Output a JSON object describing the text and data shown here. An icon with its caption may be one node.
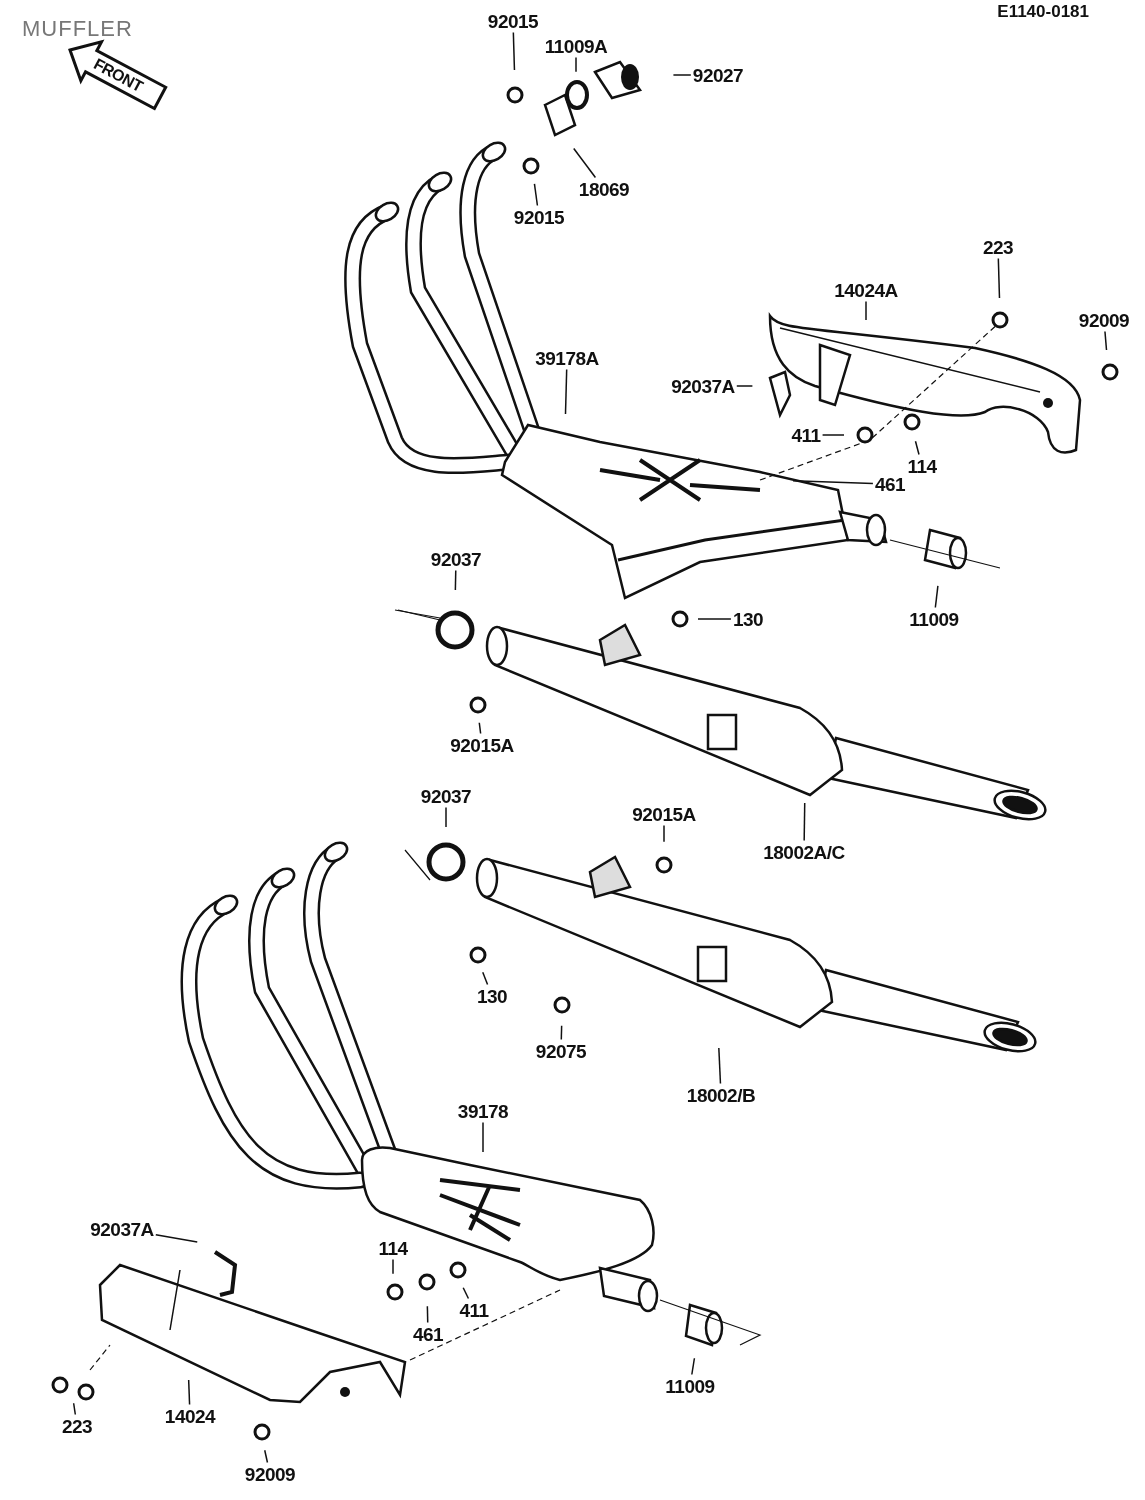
{
  "diagram": {
    "title": "MUFFLER",
    "nodes": [
      {
        "text": [
          "92015"
        ]
      },
      {
        "text": [
          "11009A"
        ]
      },
      {
        "text": [
          "92027"
        ]
      },
      {
        "text": [
          "18069"
        ]
      },
      {
        "text": [
          "92015"
        ]
      },
      {
        "text": [
          "223"
        ]
      },
      {
        "text": [
          "14024A"
        ]
      },
      {
        "text": [
          "92009"
        ]
      },
      {
        "text": [
          "39178A"
        ]
      },
      {
        "text": [
          "92037A"
        ]
      },
      {
        "text": [
          "411"
        ]
      },
      {
        "text": [
          "114"
        ]
      },
      {
        "text": [
          "461"
        ]
      },
      {
        "text": [
          "92037"
        ]
      },
      {
        "text": [
          "130"
        ]
      },
      {
        "text": [
          "11009"
        ]
      },
      {
        "text": [
          "92015A"
        ]
      },
      {
        "text": [
          "18002A/C"
        ]
      },
      {
        "text": [
          "92037"
        ]
      },
      {
        "text": [
          "92015A"
        ]
      },
      {
        "text": [
          "130"
        ]
      },
      {
        "text": [
          "92075"
        ]
      },
      {
        "text": [
          "18002/B"
        ]
      },
      {
        "text": [
          "39178"
        ]
      },
      {
        "text": [
          "92037A"
        ]
      },
      {
        "text": [
          "114"
        ]
      },
      {
        "text": [
          "411"
        ]
      },
      {
        "text": [
          "461"
        ]
      },
      {
        "text": [
          "11009"
        ]
      },
      {
        "text": [
          "223"
        ]
      },
      {
        "text": [
          "14024"
        ]
      },
      {
        "text": [
          "92009"
        ]
      }
    ],
    "edges": [
      {
        "from": 0,
        "to": null,
        "arrow": "none"
      },
      {
        "from": 1,
        "to": null,
        "arrow": "none"
      },
      {
        "from": 2,
        "to": null,
        "arrow": "none"
      },
      {
        "from": 3,
        "to": null,
        "arrow": "none"
      },
      {
        "from": 4,
        "to": null,
        "arrow": "none"
      },
      {
        "from": 5,
        "to": null,
        "arrow": "none"
      },
      {
        "from": 6,
        "to": null,
        "arrow": "none"
      },
      {
        "from": 7,
        "to": null,
        "arrow": "none"
      },
      {
        "from": 8,
        "to": null,
        "arrow": "none"
      },
      {
        "from": 9,
        "to": null,
        "arrow": "none"
      },
      {
        "from": 10,
        "to": null,
        "arrow": "none"
      },
      {
        "from": 11,
        "to": null,
        "arrow": "none"
      },
      {
        "from": 12,
        "to": null,
        "arrow": "none"
      },
      {
        "from": 13,
        "to": null,
        "arrow": "none"
      },
      {
        "from": 14,
        "to": null,
        "arrow": "none"
      },
      {
        "from": 15,
        "to": null,
        "arrow": "none"
      },
      {
        "from": 16,
        "to": null,
        "arrow": "none"
      },
      {
        "from": 17,
        "to": null,
        "arrow": "none"
      },
      {
        "from": 18,
        "to": null,
        "arrow": "none"
      },
      {
        "from": 19,
        "to": null,
        "arrow": "none"
      },
      {
        "from": 20,
        "to": null,
        "arrow": "none"
      },
      {
        "from": 21,
        "to": null,
        "arrow": "none"
      },
      {
        "from": 22,
        "to": null,
        "arrow": "none"
      },
      {
        "from": 23,
        "to": null,
        "arrow": "none"
      },
      {
        "from": 24,
        "to": null,
        "arrow": "none"
      },
      {
        "from": 25,
        "to": null,
        "arrow": "none"
      },
      {
        "from": 26,
        "to": null,
        "arrow": "none"
      },
      {
        "from": 27,
        "to": null,
        "arrow": "none"
      },
      {
        "from": 28,
        "to": null,
        "arrow": "none"
      },
      {
        "from": 29,
        "to": null,
        "arrow": "none"
      },
      {
        "from": 30,
        "to": null,
        "arrow": "none"
      },
      {
        "from": 31,
        "to": null,
        "arrow": "none"
      }
    ],
    "labels": [
      "E1140-0181",
      "FRONT"
    ]
  }
}
